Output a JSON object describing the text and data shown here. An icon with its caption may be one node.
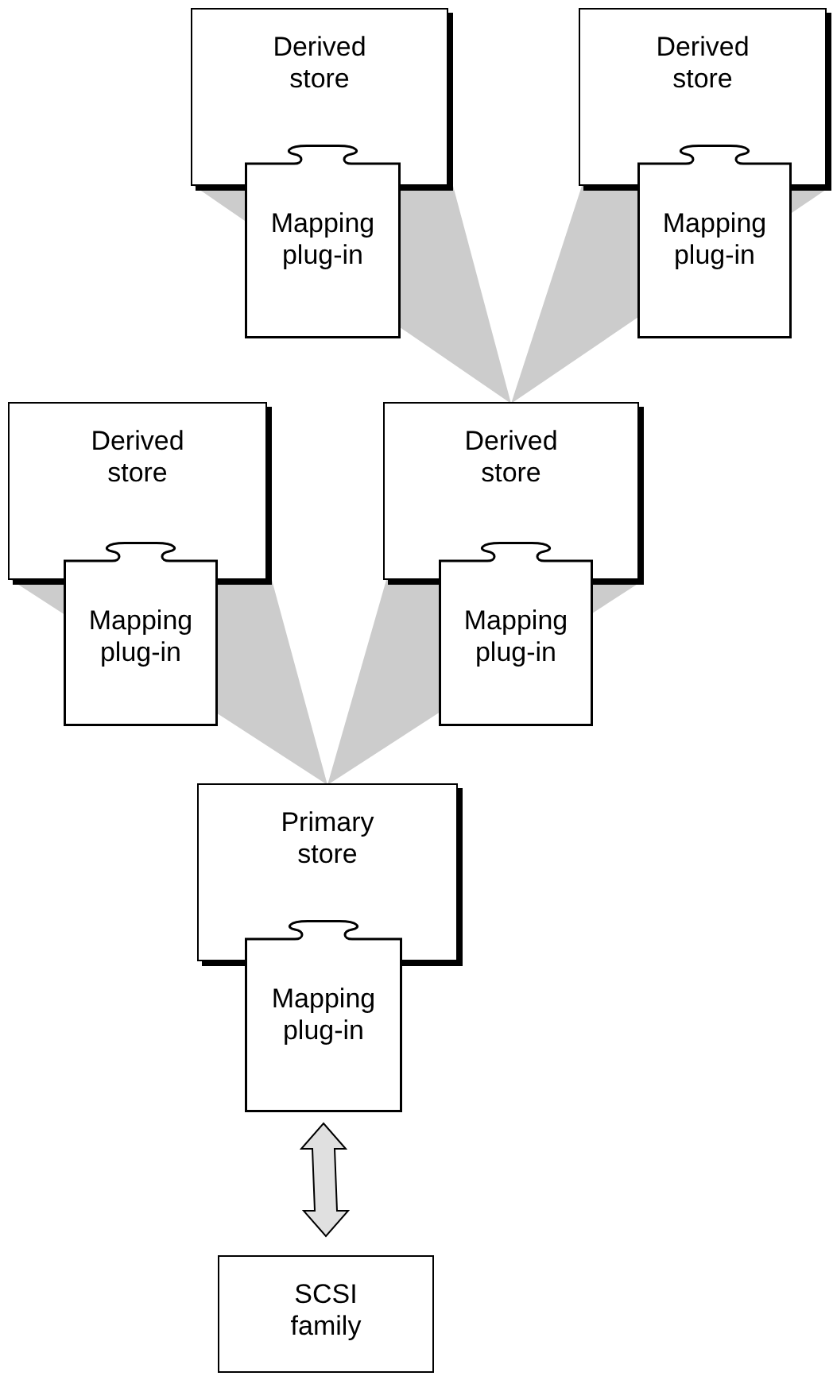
{
  "diagram": {
    "nodes": [
      {
        "text": [
          "Derived store"
        ]
      },
      {
        "text": [
          "Mapping plug-in"
        ]
      },
      {
        "text": [
          "Derived store"
        ]
      },
      {
        "text": [
          "Mapping plug-in"
        ]
      },
      {
        "text": [
          "Derived store"
        ]
      },
      {
        "text": [
          "Mapping plug-in"
        ]
      },
      {
        "text": [
          "Derived store"
        ]
      },
      {
        "text": [
          "Mapping plug-in"
        ]
      },
      {
        "text": [
          "Primary store"
        ]
      },
      {
        "text": [
          "Mapping plug-in"
        ]
      },
      {
        "text": [
          "SCSI family"
        ]
      }
    ],
    "edges": [
      {
        "from": 0,
        "to": 6,
        "arrow": "to",
        "style": "thick",
        "color": "#cccccc"
      },
      {
        "from": 2,
        "to": 6,
        "arrow": "to",
        "style": "thick",
        "color": "#cccccc"
      },
      {
        "from": 4,
        "to": 8,
        "arrow": "to",
        "style": "thick",
        "color": "#cccccc"
      },
      {
        "from": 6,
        "to": 8,
        "arrow": "to",
        "style": "thick",
        "color": "#cccccc"
      },
      {
        "from": 9,
        "to": 10,
        "arrow": "both"
      }
    ]
  }
}
